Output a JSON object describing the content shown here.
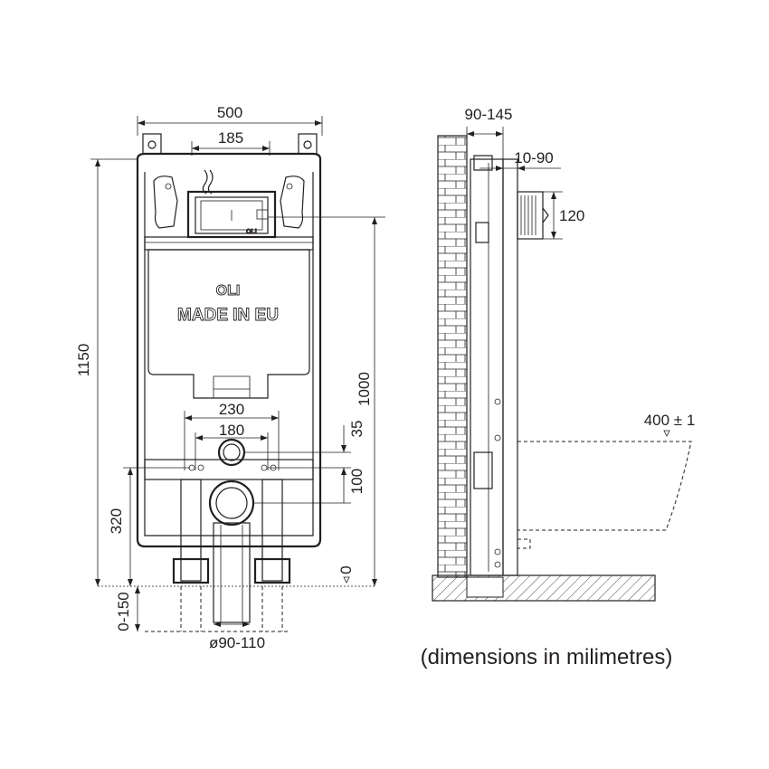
{
  "front_view": {
    "width_total": "500",
    "width_fixing": "185",
    "height_total": "1150",
    "height_button": "1000",
    "spacing_outer": "230",
    "spacing_inner": "180",
    "flush_pipe_offset": "35",
    "drain_offset": "100",
    "drain_height": "320",
    "floor_level": "0",
    "floor_depth": "0-150",
    "drain_diameter": "ø90-110",
    "brand_text": "OLI",
    "made_in_text": "MADE IN EU",
    "small_logo": "OLI"
  },
  "side_view": {
    "wall_depth": "90-145",
    "button_depth": "10-90",
    "button_height": "120",
    "bowl_length": "400 ± 1"
  },
  "caption": "(dimensions in milimetres)",
  "colors": {
    "ink": "#231f20",
    "background": "#ffffff"
  }
}
